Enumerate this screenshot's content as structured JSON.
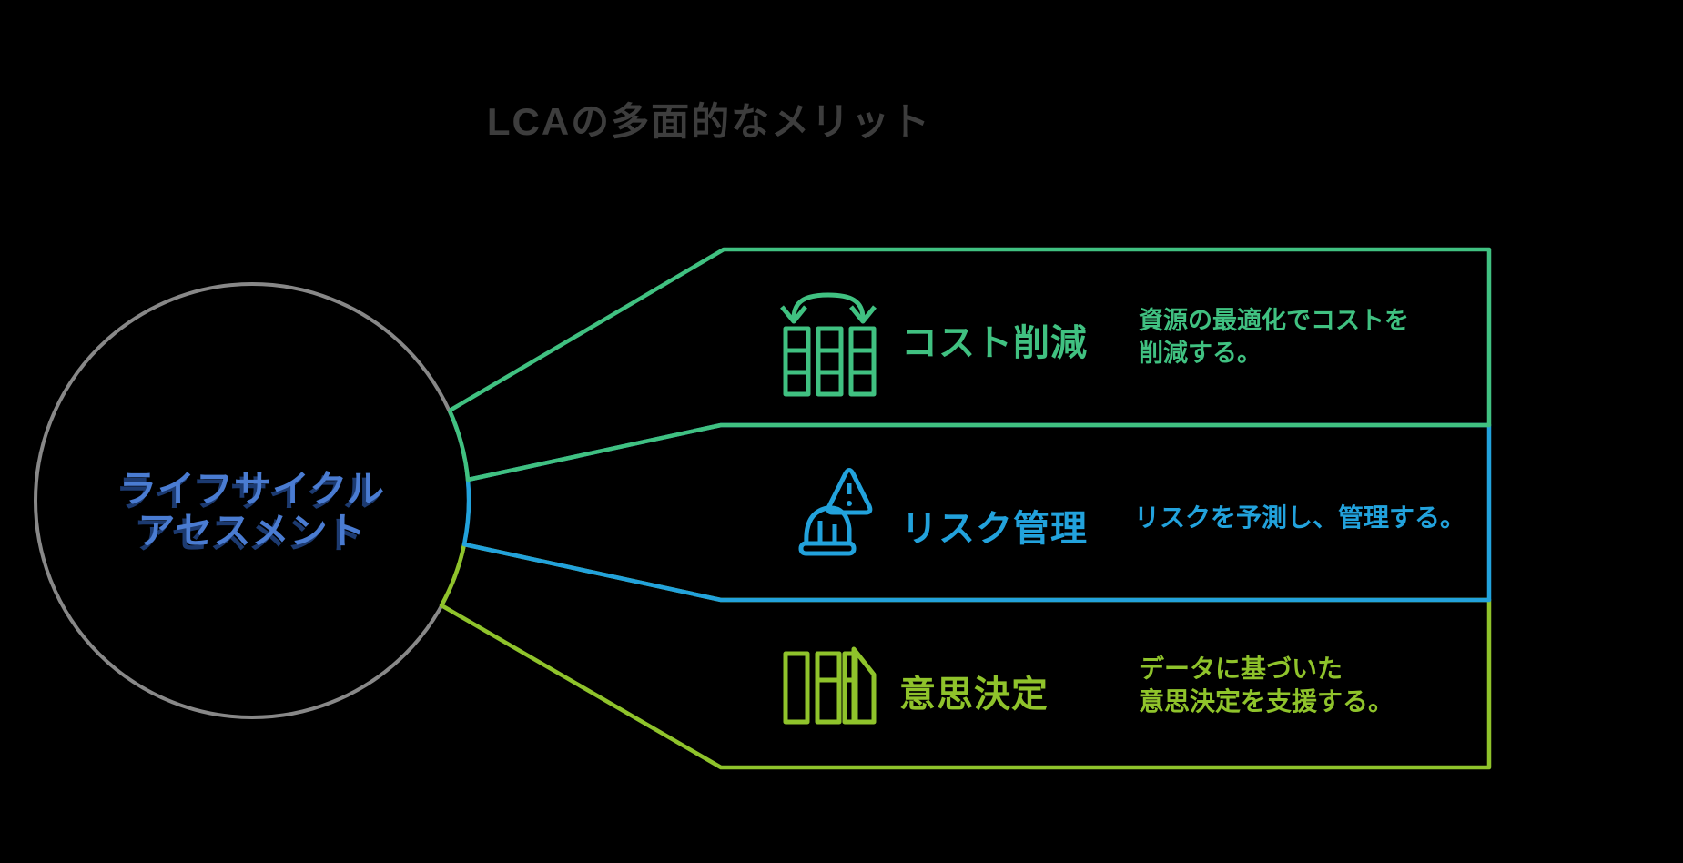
{
  "title": "LCAの多面的なメリット",
  "center_circle": {
    "label_line1": "ライフサイクル",
    "label_line2": "アセスメント"
  },
  "benefits": [
    {
      "label": "コスト削減",
      "description_lines": [
        "資源の最適化でコストを",
        "削減する。"
      ],
      "icon": "resource-optimization-icon",
      "color": "#40c181"
    },
    {
      "label": "リスク管理",
      "description_lines": [
        "リスクを予測し、管理する。"
      ],
      "icon": "risk-warning-helmet-icon",
      "color": "#22a2dc"
    },
    {
      "label": "意思決定",
      "description_lines": [
        "データに基づいた",
        "意思決定を支援する。"
      ],
      "icon": "data-books-icon",
      "color": "#8fc32b"
    }
  ],
  "colors": {
    "background": "#000000",
    "title_text": "#3d3d3d",
    "circle_stroke": "#888888",
    "center_text": "#4a7cd2",
    "center_text_shadow": "#1c3a70",
    "green": "#40c181",
    "blue": "#22a2dc",
    "lime": "#8fc32b"
  }
}
